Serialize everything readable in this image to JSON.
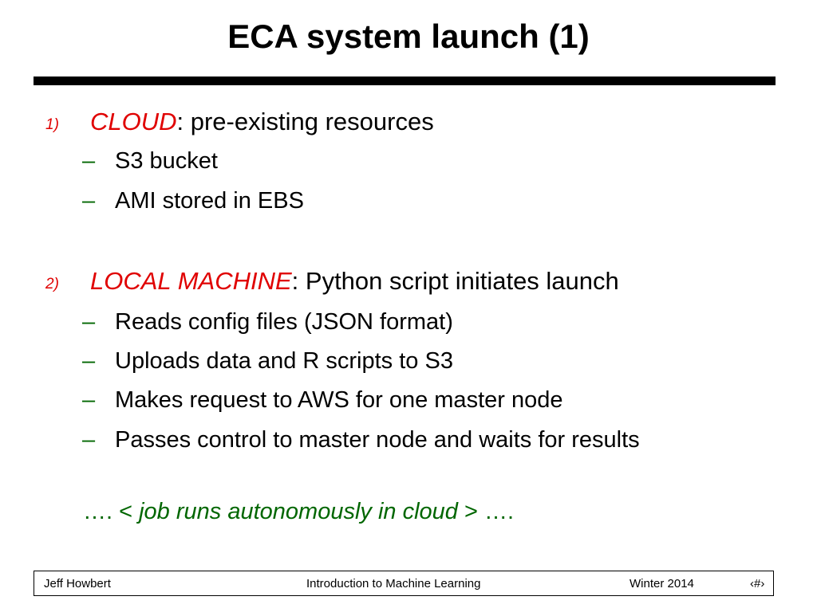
{
  "slide": {
    "title": "ECA system launch (1)",
    "accent_red": "#E00000",
    "accent_green": "#006600",
    "items": [
      {
        "marker": "1)",
        "keyword": "CLOUD",
        "rest": ": pre-existing resources",
        "subitems": [
          {
            "dash": "–",
            "text": "S3 bucket"
          },
          {
            "dash": "–",
            "text": "AMI stored in EBS"
          }
        ]
      },
      {
        "marker": "2)",
        "keyword": "LOCAL MACHINE",
        "rest": ": Python script initiates launch",
        "subitems": [
          {
            "dash": "–",
            "text": "Reads config files (JSON format)"
          },
          {
            "dash": "–",
            "text": "Uploads data and R scripts to S3"
          },
          {
            "dash": "–",
            "text": "Makes request to AWS for one master node"
          },
          {
            "dash": "–",
            "text": "Passes control to master node and waits for results"
          }
        ]
      }
    ],
    "tail": {
      "prefix": "…. < ",
      "emphasis": "job runs autonomously in cloud",
      "suffix": " > …."
    }
  },
  "footer": {
    "author": "Jeff Howbert",
    "course": "Introduction to Machine Learning",
    "term": "Winter 2014",
    "page": "‹#›"
  }
}
